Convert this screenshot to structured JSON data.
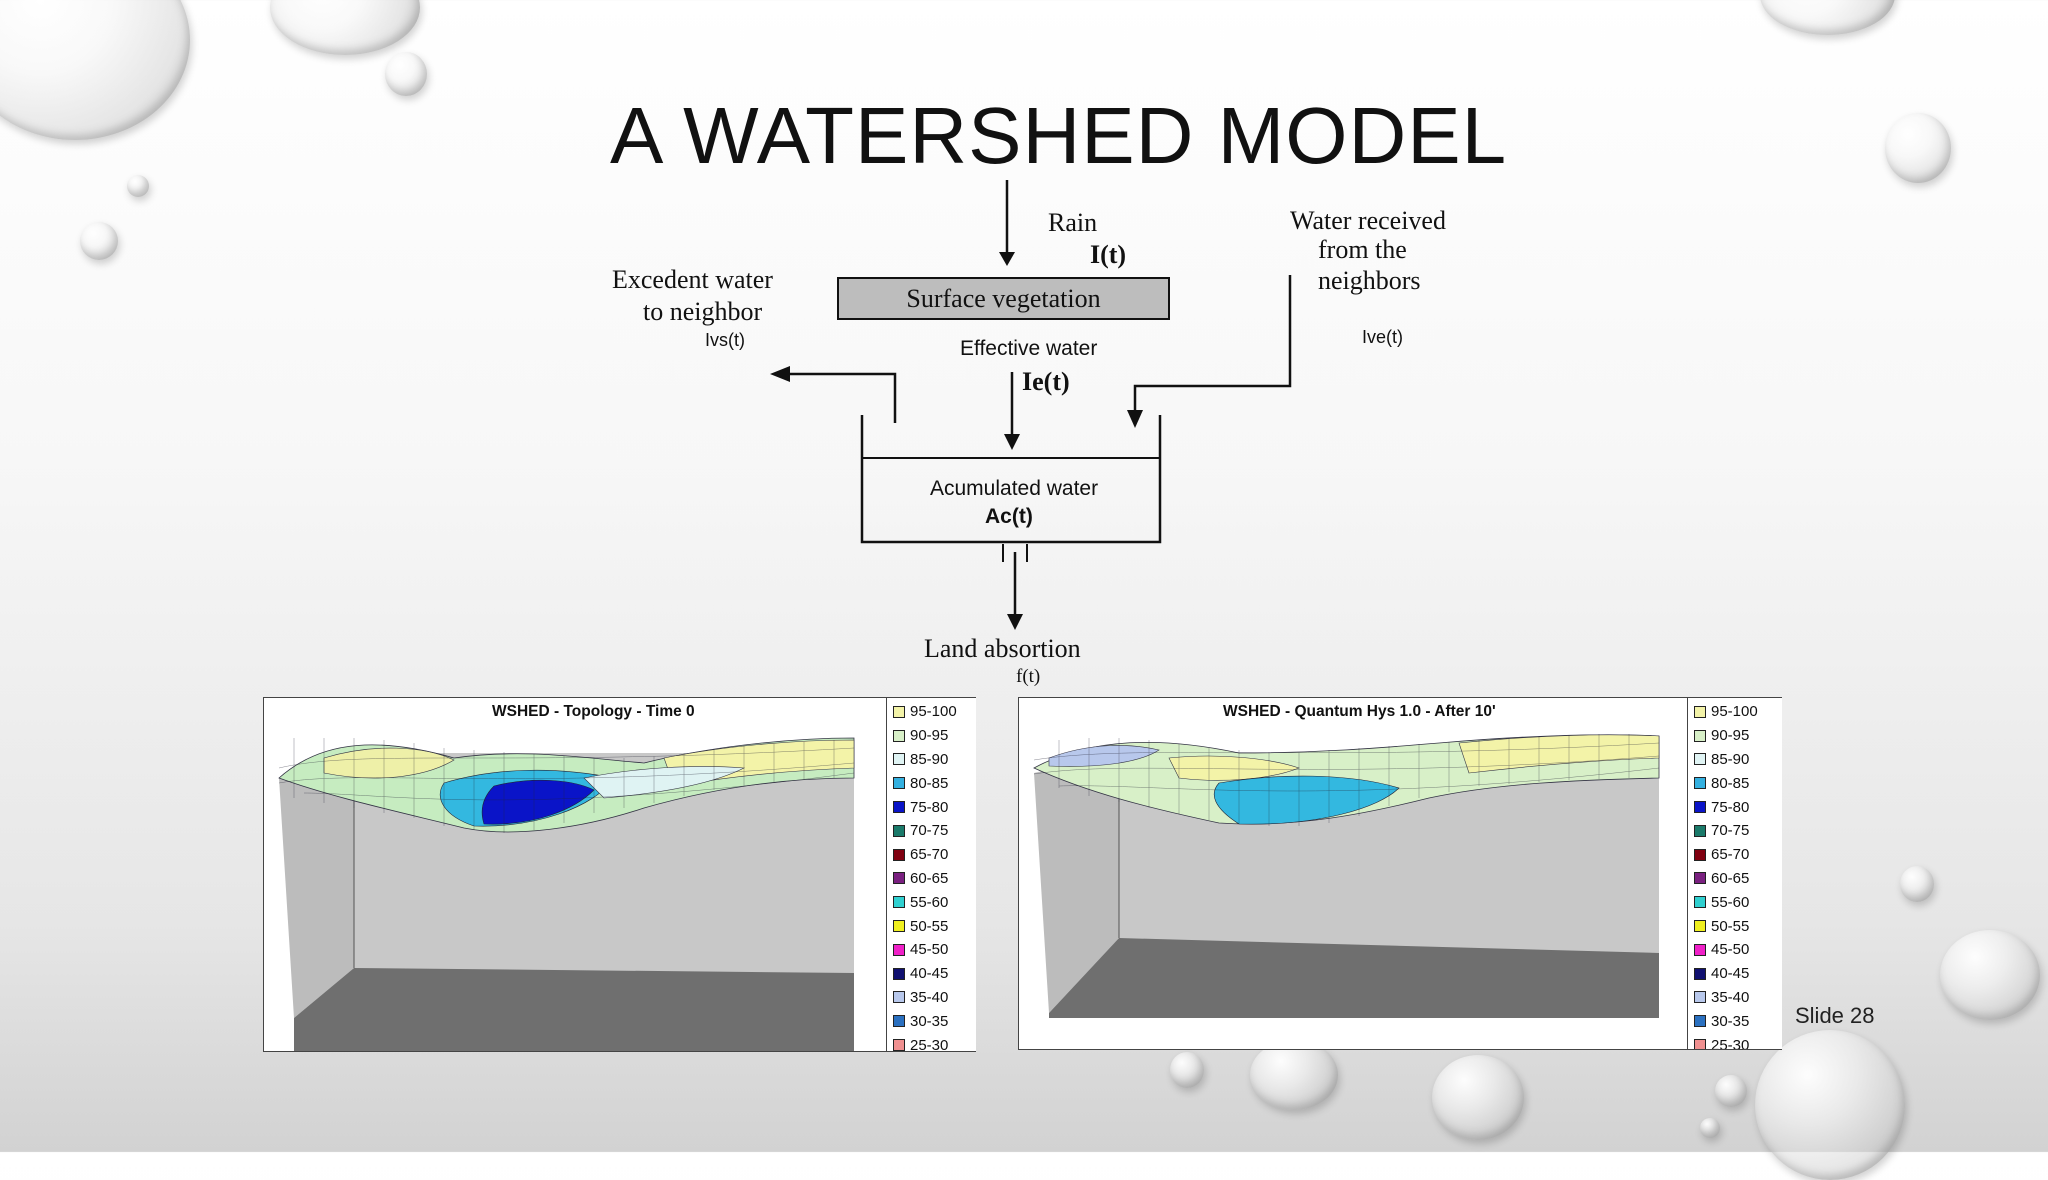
{
  "slide": {
    "title": "A WATERSHED MODEL",
    "number_label": "Slide 28"
  },
  "diagram": {
    "rain_label": "Rain",
    "rain_symbol": "I(t)",
    "surface_box": "Surface vegetation",
    "excedent_line1": "Excedent water",
    "excedent_line2": "to neighbor",
    "excedent_symbol": "Ivs(t)",
    "received_line1": "Water received",
    "received_line2": "from the",
    "received_line3": "neighbors",
    "received_symbol": "Ive(t)",
    "effective_label": "Effective water",
    "effective_symbol": "Ie(t)",
    "tank_label": "Acumulated water",
    "tank_symbol": "Ac(t)",
    "absorption_label": "Land absortion",
    "absorption_symbol": "f(t)"
  },
  "charts": [
    {
      "title": "WSHED - Topology - Time 0",
      "legend": [
        "95-100",
        "90-95",
        "85-90",
        "80-85",
        "75-80",
        "70-75",
        "65-70",
        "60-65",
        "55-60",
        "50-55",
        "45-50",
        "40-45",
        "35-40",
        "30-35",
        "25-30"
      ]
    },
    {
      "title": "WSHED - Quantum Hys 1.0 - After 10'",
      "legend": [
        "95-100",
        "90-95",
        "85-90",
        "80-85",
        "75-80",
        "70-75",
        "65-70",
        "60-65",
        "55-60",
        "50-55",
        "45-50",
        "40-45",
        "35-40",
        "30-35",
        "25-30"
      ]
    }
  ],
  "legend_colors": [
    "#f3f3a8",
    "#d8f0c8",
    "#e0f4f4",
    "#33b0e0",
    "#0a14c8",
    "#1a7a6a",
    "#800010",
    "#7a2080",
    "#30d0d0",
    "#f0f020",
    "#f020c8",
    "#101070",
    "#b8c8ec",
    "#2a70c0",
    "#f09090"
  ]
}
